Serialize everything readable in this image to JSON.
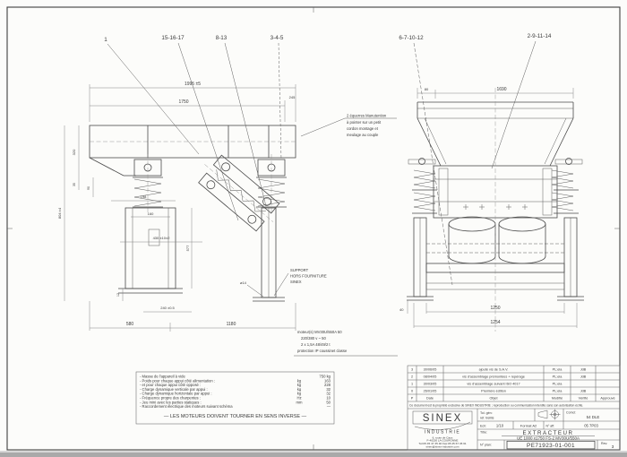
{
  "callouts": {
    "left": [
      "1",
      "15-16-17",
      "8-13",
      "3-4-5"
    ],
    "right": [
      "6-7-10-12",
      "2-9-11-14"
    ]
  },
  "left_view": {
    "dim_overall": "1995 ±5",
    "dim_1750": "1750",
    "dim_245": "245",
    "dim_320": "320",
    "dim_35": "35",
    "dim_90": "90",
    "dim_198": "198",
    "dim_160": "160",
    "dim_430": "430 ±10±2",
    "dim_577": "577",
    "dim_12": "12",
    "dim_240": "240 ±0.5",
    "dim_580": "580",
    "dim_1180": "1180",
    "dim_804": "804 ±4",
    "dia_14": "ø14",
    "support_note_1": "SUPPORT",
    "support_note_2": "HORS FOURNITURE",
    "support_note_3": "SINEX",
    "bracket_note_1": "2 équerres Manutention",
    "bracket_note_2": "à pointer sur un petit",
    "bracket_note_3": "cordon montage et",
    "bracket_note_4": "meulage au couple",
    "motor_note_1": "moteur(s)   MV30U/550A   50",
    "motor_note_2": "220/380 v   ~   50",
    "motor_note_3": "2 x 1,5A   48/49/2 t",
    "motor_note_4": "protection IP   coussinet classe"
  },
  "right_view": {
    "dim_80": "80",
    "dim_1690": "1690",
    "dim_1250": "1250",
    "dim_1254": "1254",
    "dim_40": "40"
  },
  "notes_box": {
    "lines": [
      {
        "label": "- Masse de l'appareil à vide",
        "unit": "",
        "value": "750 kg"
      },
      {
        "label": "- Poids pour chaque appui côté alimentation :",
        "unit": "kg",
        "value": "163"
      },
      {
        "label": "- et pour chaque appui côté opposé :",
        "unit": "kg",
        "value": "228"
      },
      {
        "label": "- Charge dynamique verticale par appui :",
        "unit": "kg",
        "value": "32"
      },
      {
        "label": "- Charge dynamique horizontale par appui :",
        "unit": "kg",
        "value": "32"
      },
      {
        "label": "- Fréquence propre des charpentes :",
        "unit": "Hz",
        "value": "10"
      },
      {
        "label": "- Jeu mini avec les parties statiques :",
        "unit": "mm",
        "value": "50"
      },
      {
        "label": "- Raccordement électrique des moteurs suivant schéma",
        "unit": "",
        "value": "—"
      }
    ],
    "warning": "— LES MOTEURS DOIVENT TOURNER EN SENS INVERSE —"
  },
  "revision_table": {
    "rows": [
      [
        "3",
        "30/06/05",
        "ajouté vis de S.A.V.",
        "PL:ela",
        "JdB",
        ""
      ],
      [
        "2",
        "08/04/05",
        "vis d'assemblage prémontées + repérage",
        "PL:ela",
        "JdB",
        ""
      ],
      [
        "1",
        "30/03/05",
        "vis d'assemblage suivant ISO 4017",
        "PL:ela",
        "",
        ""
      ],
      [
        "0",
        "26/01/05",
        "Première édition",
        "PL:ela",
        "JdB",
        ""
      ]
    ],
    "header": [
      "P",
      "Date",
      "Objet",
      "Modifié",
      "Vérifié",
      "Approuvé"
    ]
  },
  "title_block": {
    "property_line": "Ce document est la propriété exclusive de SINEX INDUSTRIE ; reproduction ou communication interdite sans son autorisation écrite.",
    "logo_name": "SINEX",
    "logo_sub": "INDUSTRIE",
    "address_1": "6, route de Caux",
    "address_2": "F-40230 LA COURONNE",
    "address_3": "Tél:05 45 47 35 40  Fax:05 45 67 45 61",
    "address_4": "sinex@sinex-industrie.com",
    "tol_label": "Tol. gén:",
    "tol_value": "réf. treillis",
    "comd_label": "Comd:",
    "comd_value": "54 DLE",
    "ech_label": "Ech:",
    "ech_value": "1/10",
    "format_value": "Format A2",
    "naff_label": "N° aff:",
    "naff_value": "05 7P03",
    "titre_label": "Titre:",
    "title_line1": "EXTRACTEUR",
    "title_line2": "UE 1000 x1750 FS-2 MV30U/550A",
    "nplan_label": "N° plan:",
    "nplan_value": "PE71923-01-001",
    "rev_label": "Rev.",
    "rev_value": "3"
  }
}
